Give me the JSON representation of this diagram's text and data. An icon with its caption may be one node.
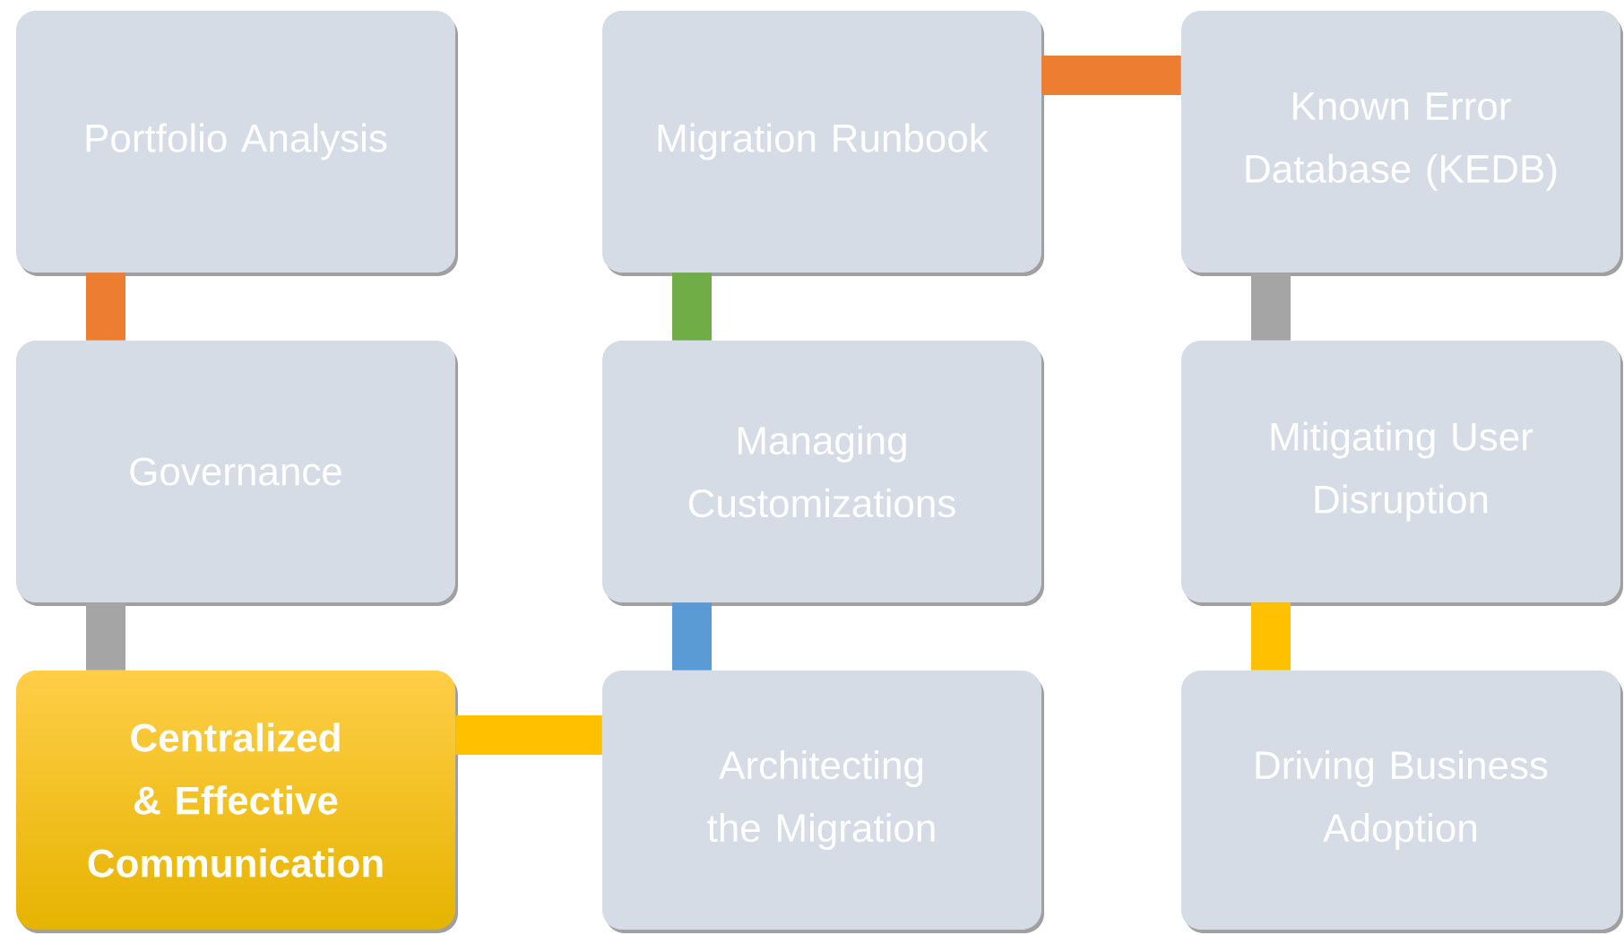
{
  "diagram": {
    "nodes": [
      {
        "text": [
          "Portfolio Analysis"
        ]
      },
      {
        "text": [
          "Migration Runbook"
        ]
      },
      {
        "text": [
          "Known Error Database (KEDB)"
        ]
      },
      {
        "text": [
          "Governance"
        ]
      },
      {
        "text": [
          "Managing Customizations"
        ]
      },
      {
        "text": [
          "Mitigating User Disruption"
        ]
      },
      {
        "text": [
          "Centralized & Effective Communication"
        ]
      },
      {
        "text": [
          "Architecting the Migration"
        ]
      },
      {
        "text": [
          "Driving Business Adoption"
        ]
      }
    ],
    "edges": [
      {
        "from": 0,
        "to": 3,
        "arrow": "none",
        "color": "#ed7d31"
      },
      {
        "from": 3,
        "to": 6,
        "arrow": "none",
        "color": "#a5a5a5"
      },
      {
        "from": 6,
        "to": 7,
        "arrow": "none",
        "color": "#ffc000"
      },
      {
        "from": 7,
        "to": 4,
        "arrow": "none",
        "color": "#5b9bd5"
      },
      {
        "from": 4,
        "to": 1,
        "arrow": "none",
        "color": "#70ad47"
      },
      {
        "from": 1,
        "to": 2,
        "arrow": "none",
        "color": "#ed7d31"
      },
      {
        "from": 2,
        "to": 5,
        "arrow": "none",
        "color": "#a5a5a5"
      },
      {
        "from": 5,
        "to": 8,
        "arrow": "none",
        "color": "#ffc000"
      }
    ]
  }
}
